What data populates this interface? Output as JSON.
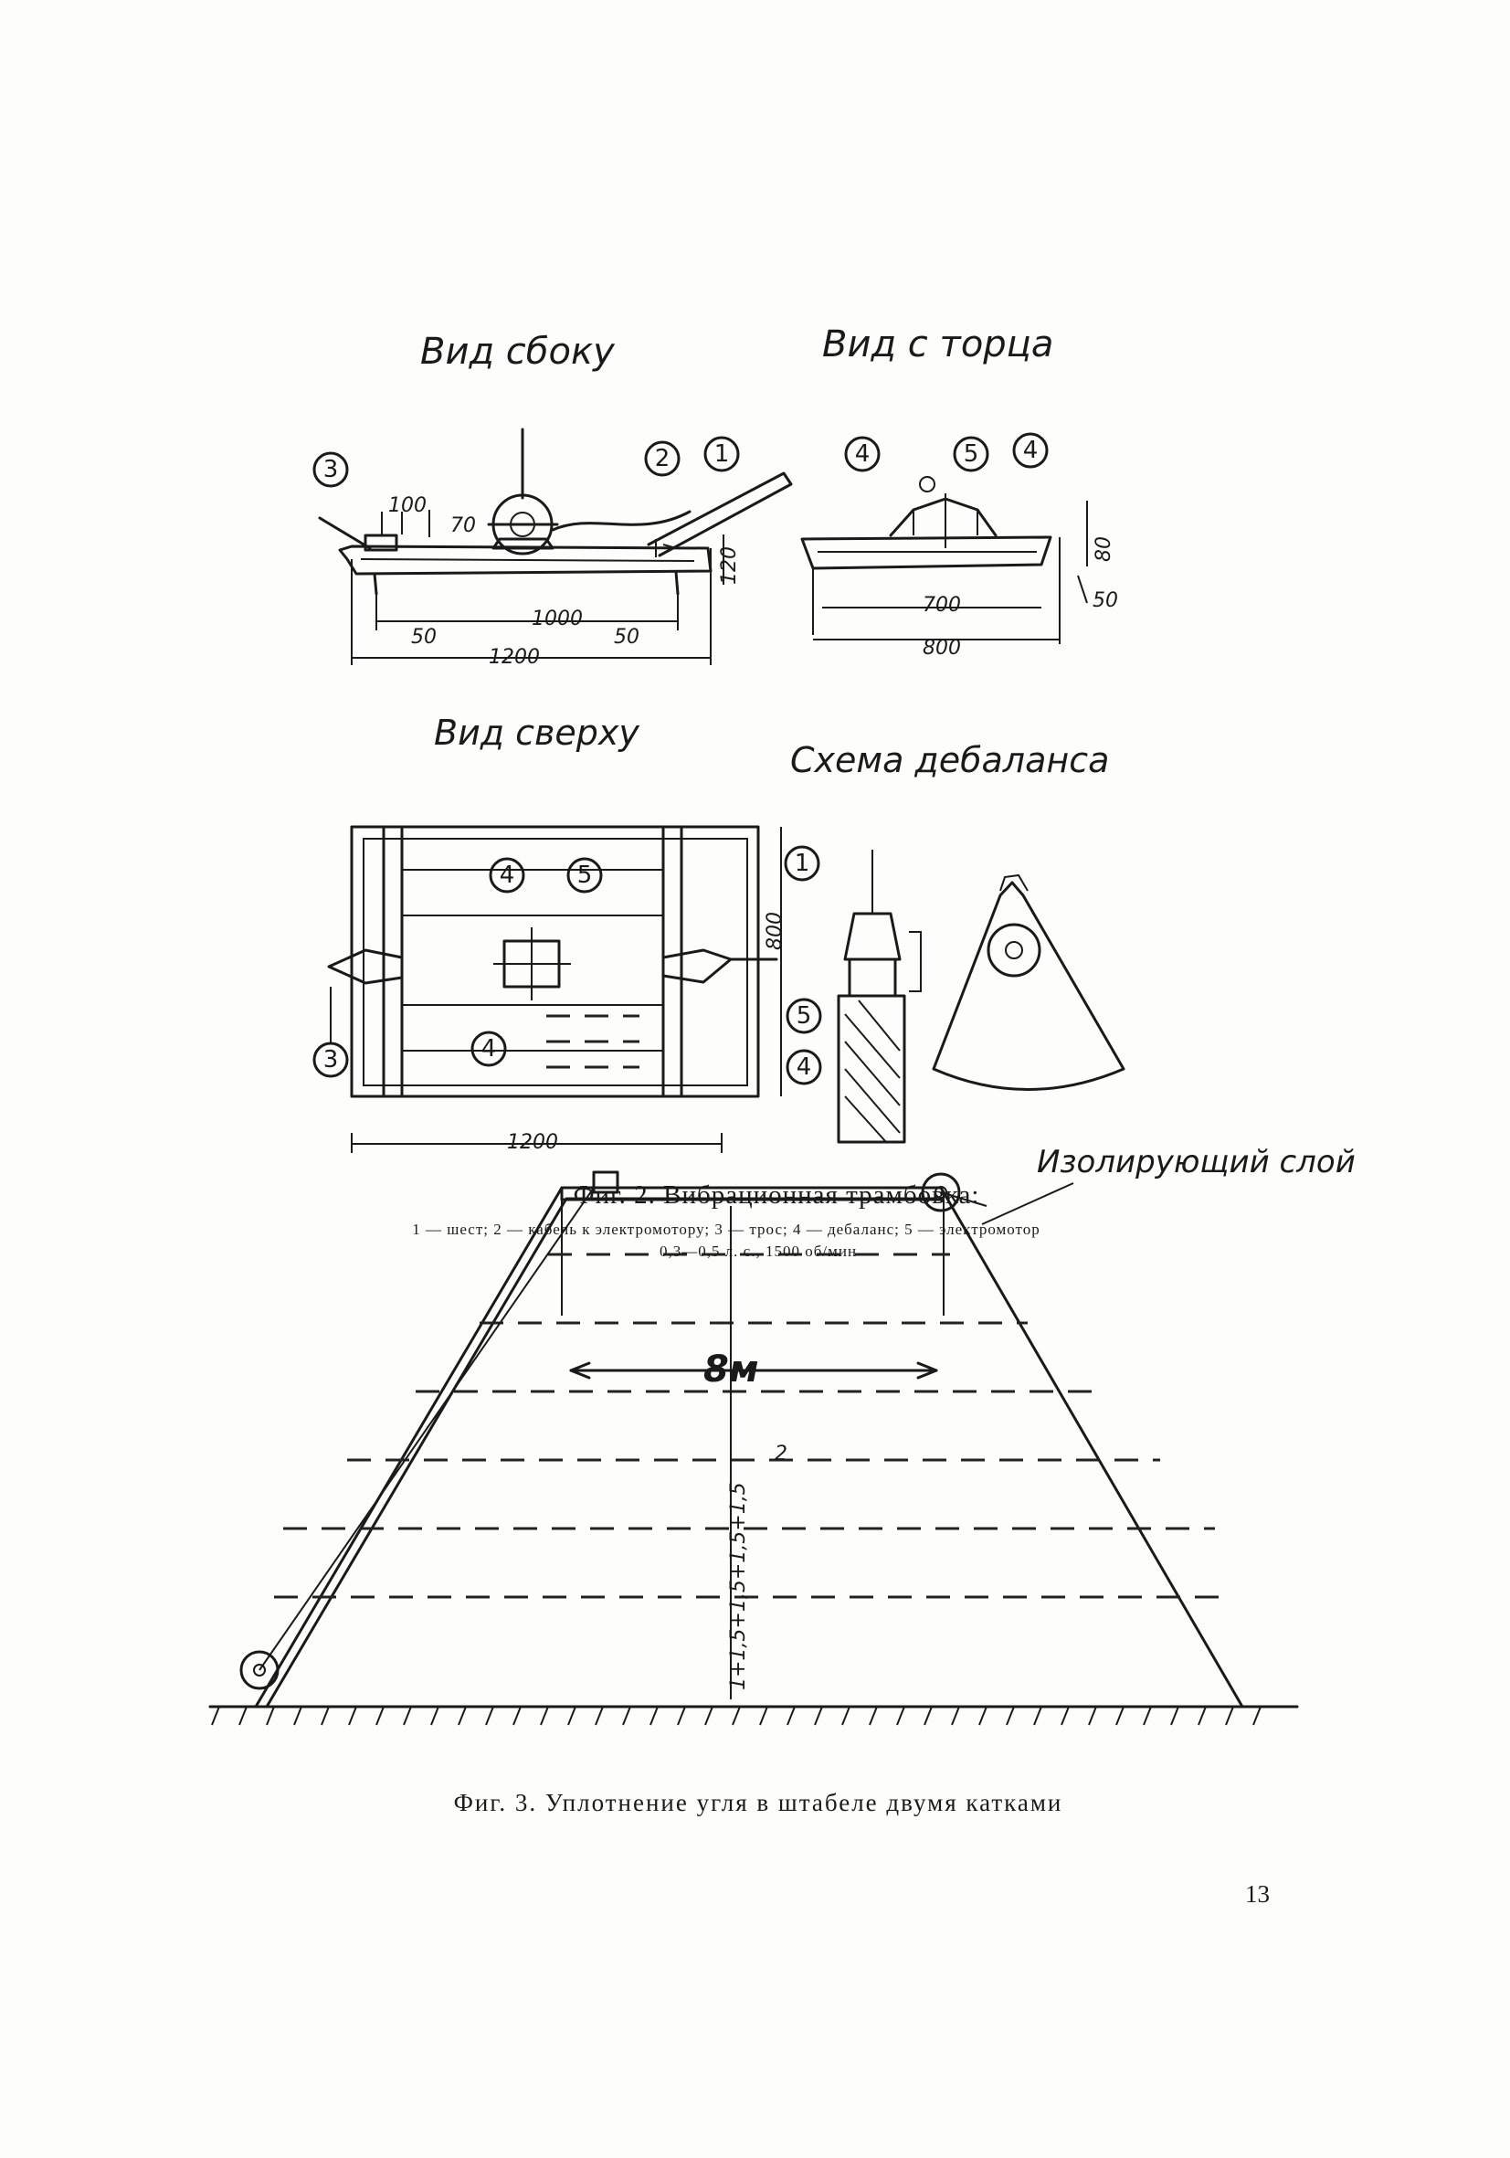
{
  "fig2": {
    "views": {
      "side": "Вид сбоку",
      "end": "Вид с торца",
      "top": "Вид сверху",
      "unbalance": "Схема дебаланса"
    },
    "dims": {
      "d100": "100",
      "d70": "70",
      "d120": "120",
      "d1000": "1000",
      "d50a": "50",
      "d50b": "50",
      "d1200": "1200",
      "d700": "700",
      "d800": "800",
      "d80": "80",
      "d50c": "50",
      "d800top": "800",
      "d1200top": "1200"
    },
    "callouts": {
      "c1": "1",
      "c2": "2",
      "c3": "3",
      "c4": "4",
      "c5": "5"
    },
    "caption": {
      "title": "Фиг. 2. Вибрационная трамбовка:",
      "legend_line1": "1 — шест; 2 — кабель к электромотору; 3 — трос; 4 — дебаланс; 5 — электромотор",
      "legend_line2": "0,3—0,5 л. с., 1500 об/мин"
    }
  },
  "fig3": {
    "width_label": "8м",
    "layer_label": "Изолирующий слой",
    "layer_dims": "1+1,5+1,5+1,5+1,5",
    "inner_number": "2",
    "caption": "Фиг. 3. Уплотнение угля в штабеле двумя катками"
  },
  "page": {
    "number": "13"
  }
}
